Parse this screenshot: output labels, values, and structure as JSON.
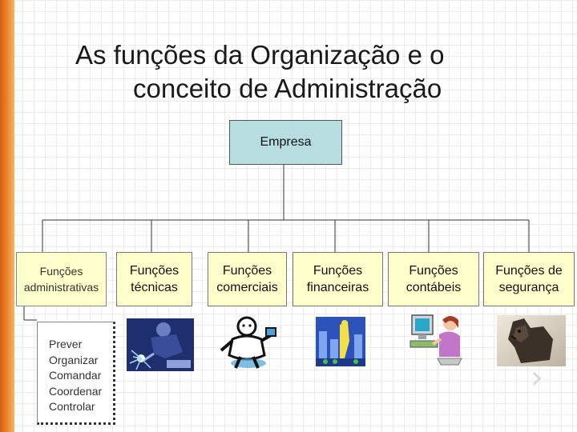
{
  "title": {
    "line1": "As funções da Organização e o",
    "line2": "conceito de Administração"
  },
  "root": {
    "label": "Empresa"
  },
  "functions": [
    {
      "line1": "Funções",
      "line2": "administrativas",
      "icon": "none"
    },
    {
      "line1": "Funções",
      "line2": "técnicas",
      "icon": "welder-icon"
    },
    {
      "line1": "Funções",
      "line2": "comerciais",
      "icon": "salesman-icon"
    },
    {
      "line1": "Funções",
      "line2": "financeiras",
      "icon": "finance-icon"
    },
    {
      "line1": "Funções",
      "line2": "contábeis",
      "icon": "accountant-icon"
    },
    {
      "line1": "Funções de",
      "line2": "segurança",
      "icon": "guard-dog-icon"
    }
  ],
  "admin_subfunctions": [
    "Prever",
    "Organizar",
    "Comandar",
    "Coordenar",
    "Controlar"
  ],
  "colors": {
    "accent_bar": "#e57a22",
    "root_fill": "#b6dde0",
    "box_fill": "#ffffcc"
  }
}
